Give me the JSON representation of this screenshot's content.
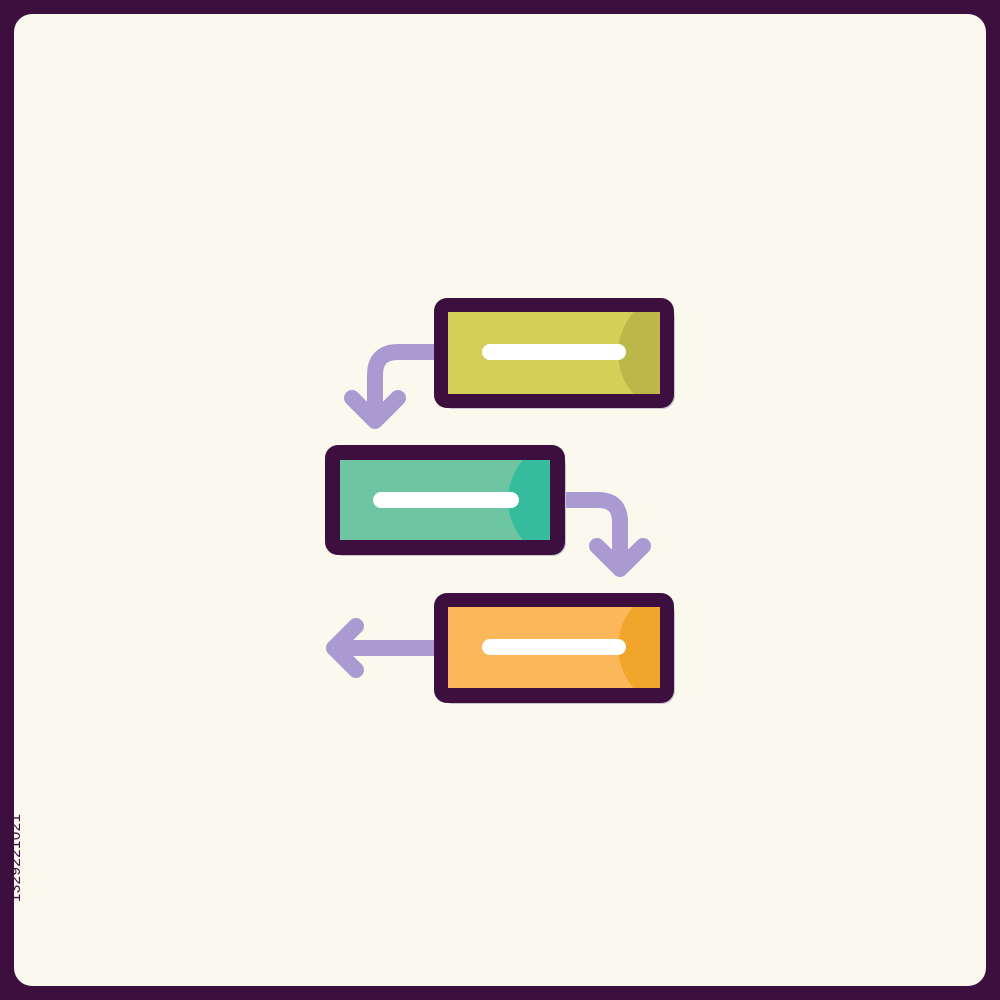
{
  "image": {
    "kind": "flowchart process icon on cream card",
    "stock_id": "1329221021"
  },
  "colors": {
    "outer_frame": "#3d0f3f",
    "background": "#fbf8ee",
    "outline": "#3d0f3f",
    "arrow": "#a99bd1",
    "shadow": "#c9c4cf",
    "bar_line": "#ffffff"
  },
  "boxes": [
    {
      "name": "top-step",
      "fill": "#d5cf58",
      "shade": "#bdb74a"
    },
    {
      "name": "middle-step",
      "fill": "#6dc6a1",
      "shade": "#36bc9d"
    },
    {
      "name": "bottom-step",
      "fill": "#fbb75a",
      "shade": "#f2a52b"
    }
  ],
  "arrows": [
    {
      "name": "top-to-middle",
      "direction": "down-left"
    },
    {
      "name": "middle-to-bottom",
      "direction": "down-right"
    },
    {
      "name": "bottom-exit",
      "direction": "left"
    }
  ]
}
